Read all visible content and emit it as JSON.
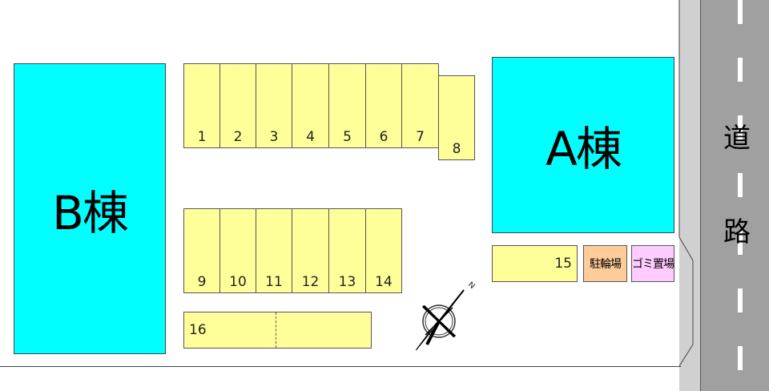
{
  "buildings": {
    "a": "A棟",
    "b": "B棟"
  },
  "road": {
    "char1": "道",
    "char2": "路"
  },
  "parking": {
    "row1": [
      "1",
      "2",
      "3",
      "4",
      "5",
      "6",
      "7",
      "8"
    ],
    "row2": [
      "9",
      "10",
      "11",
      "12",
      "13",
      "14"
    ],
    "slot15": "15",
    "slot16": "16"
  },
  "facilities": {
    "bike_parking": "駐輪場",
    "garbage": "ゴミ置場"
  },
  "compass": {
    "north_label": "N"
  },
  "colors": {
    "building": "#00ffff",
    "parking": "#ffff99",
    "bike_parking": "#ffcc99",
    "garbage": "#ffccff",
    "road": "#a0a0a0",
    "sidewalk": "#d0d0d0"
  }
}
